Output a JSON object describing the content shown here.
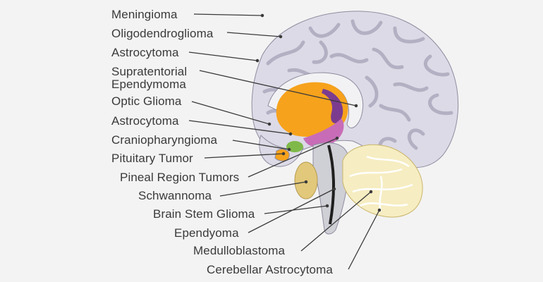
{
  "colors": {
    "background": "#f3f3f3",
    "brain": "#dcdae6",
    "brain_outline": "#8f8ca0",
    "gyri": "#b3b0c3",
    "corpus": "#f2f2f4",
    "thalamus": "#f6a21c",
    "pink": "#c86cb8",
    "purple": "#7b3c8f",
    "green": "#7fb94a",
    "pituitary": "#f6a21c",
    "brainstem": "#cfcfd6",
    "cerebellum": "#f6edc2",
    "label_text": "#3a3a3a",
    "leader_line": "#3a3a3a"
  },
  "labels": [
    {
      "id": "meningioma",
      "lines": [
        "Meningioma"
      ]
    },
    {
      "id": "oligodendroglioma",
      "lines": [
        "Oligodendroglioma"
      ]
    },
    {
      "id": "astrocytoma-1",
      "lines": [
        "Astrocytoma"
      ]
    },
    {
      "id": "supratentorial-ependymoma",
      "lines": [
        "Supratentorial",
        "Ependymoma"
      ]
    },
    {
      "id": "optic-glioma",
      "lines": [
        "Optic Glioma"
      ]
    },
    {
      "id": "astrocytoma-2",
      "lines": [
        "Astrocytoma"
      ]
    },
    {
      "id": "craniopharyngioma",
      "lines": [
        "Craniopharyngioma"
      ]
    },
    {
      "id": "pituitary-tumor",
      "lines": [
        "Pituitary Tumor"
      ]
    },
    {
      "id": "pineal-region-tumors",
      "lines": [
        "Pineal Region Tumors"
      ]
    },
    {
      "id": "schwannoma",
      "lines": [
        "Schwannoma"
      ]
    },
    {
      "id": "brain-stem-glioma",
      "lines": [
        "Brain Stem Glioma"
      ]
    },
    {
      "id": "ependyoma",
      "lines": [
        "Ependyoma"
      ]
    },
    {
      "id": "medulloblastoma",
      "lines": [
        "Medulloblastoma"
      ]
    },
    {
      "id": "cerebellar-astrocytoma",
      "lines": [
        "Cerebellar Astrocytoma"
      ]
    }
  ]
}
